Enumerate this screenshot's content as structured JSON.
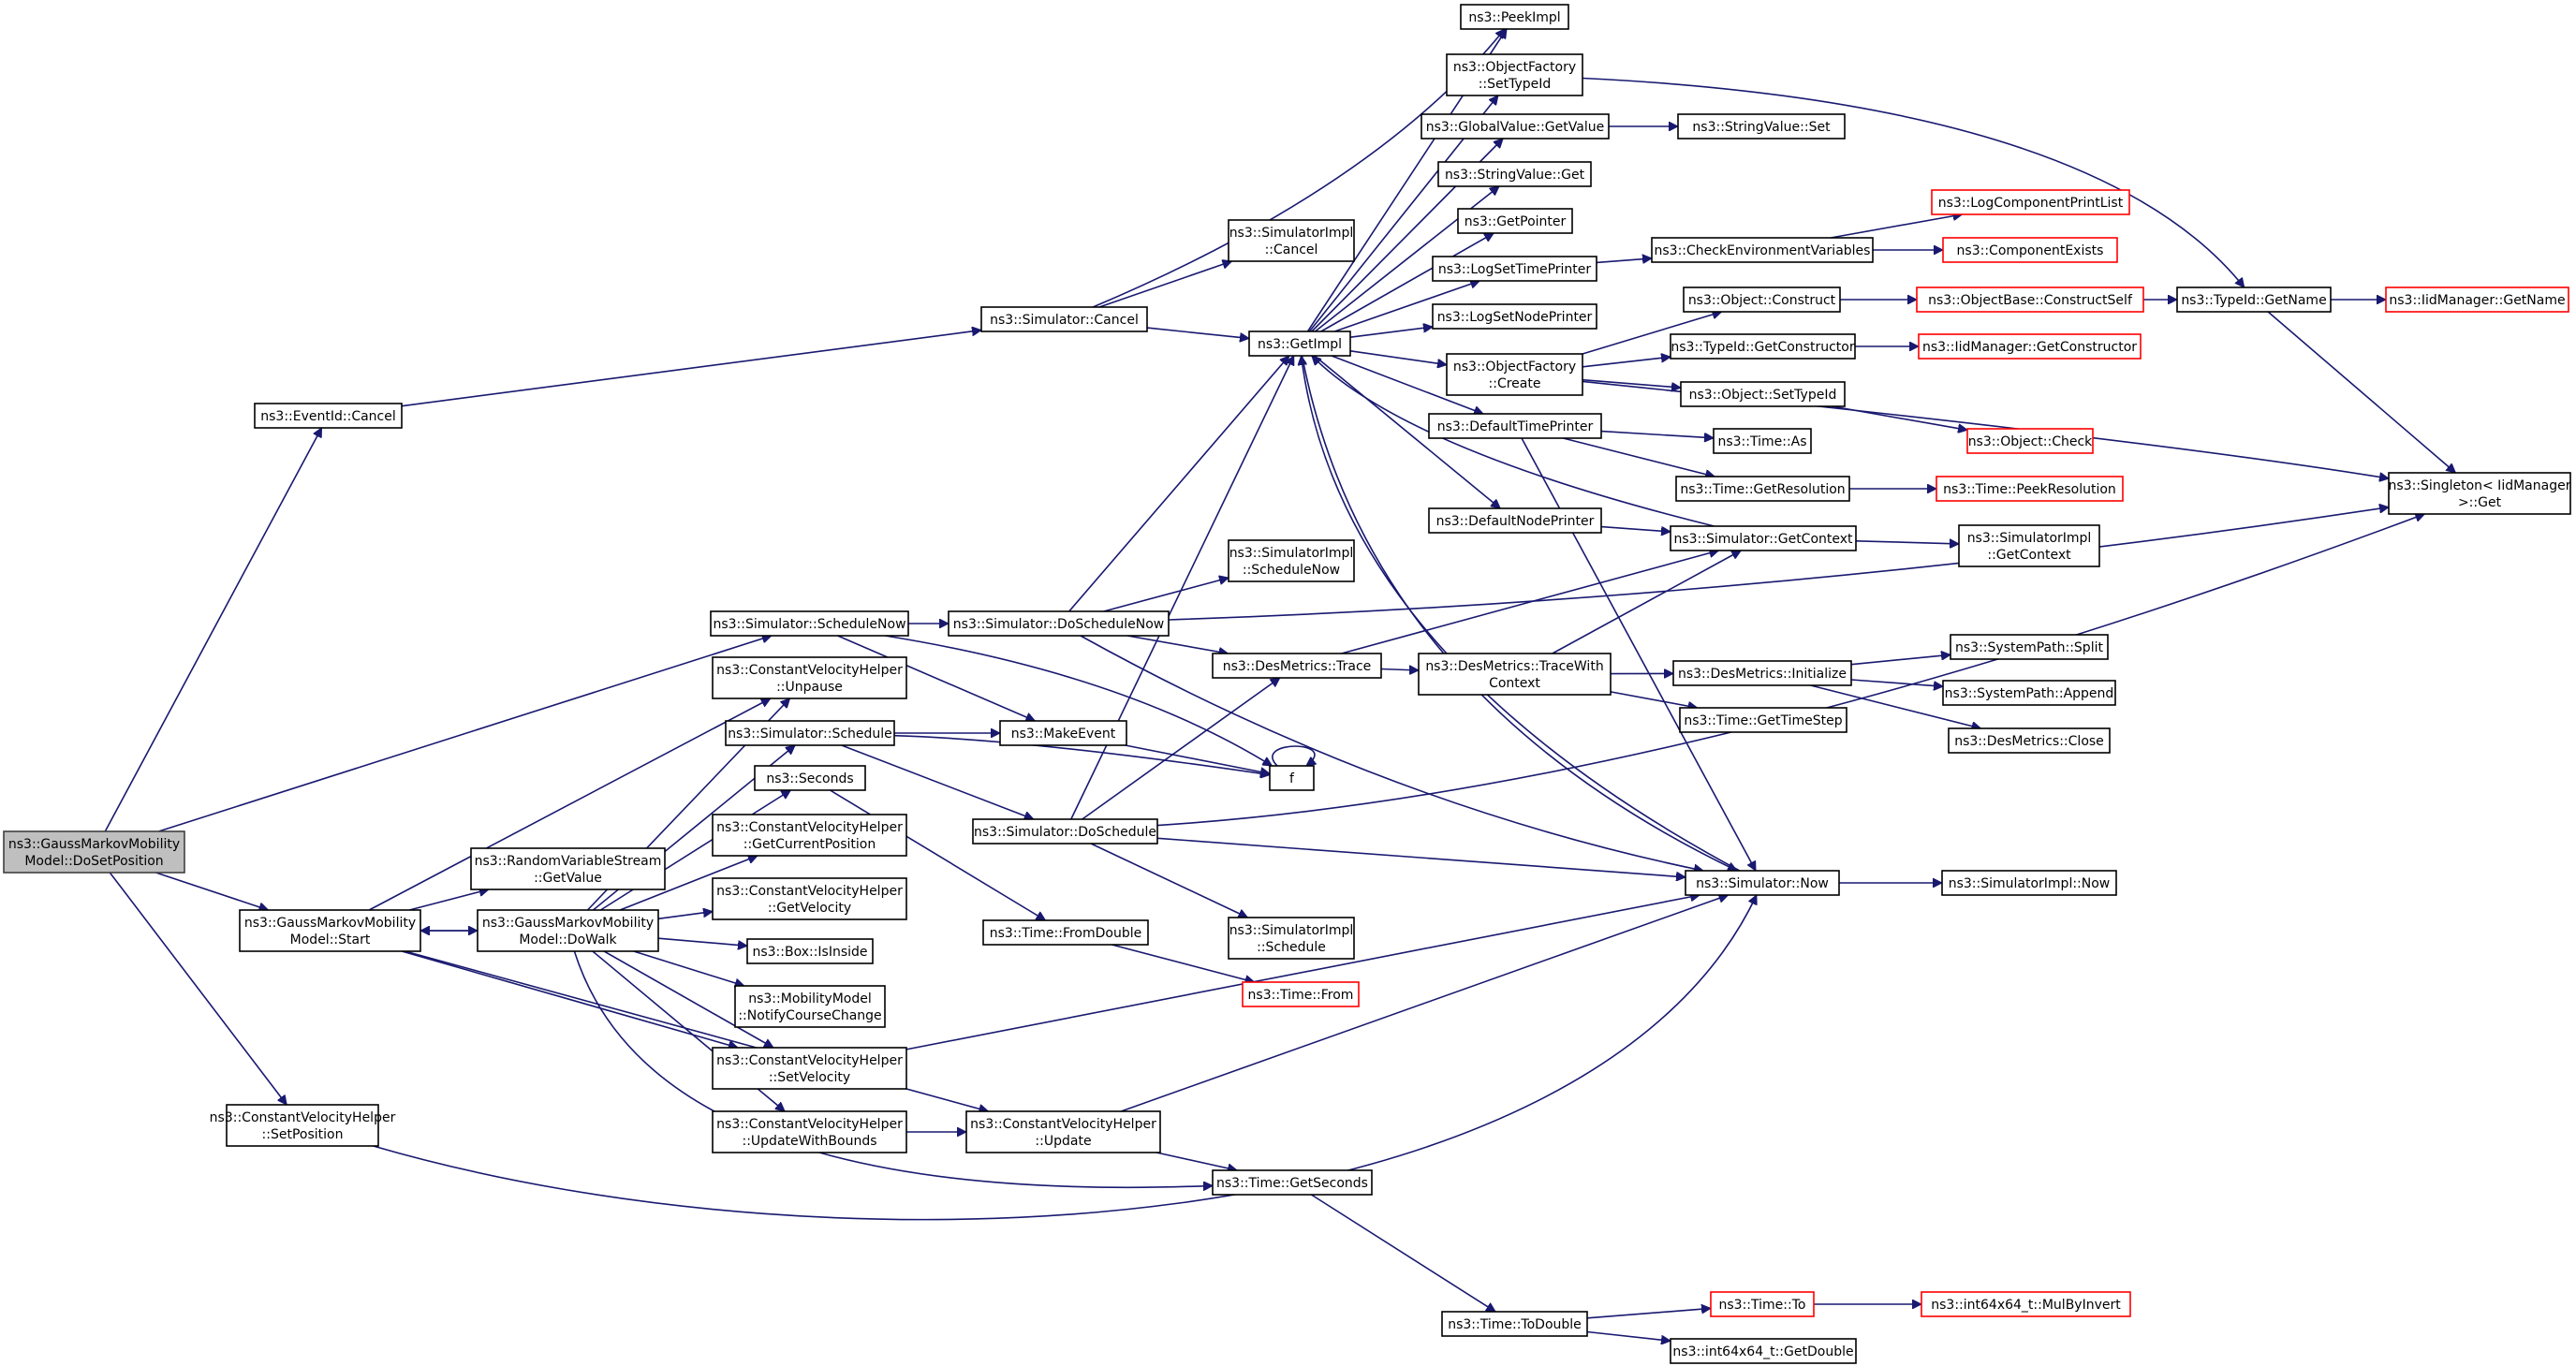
{
  "colors": {
    "edge": "#191970",
    "node_border": "#000000",
    "truncated_border": "#ff0000",
    "root_fill": "#bfbfbf",
    "node_fill": "#ffffff"
  },
  "nodes": {
    "root": [
      "ns3::GaussMarkovMobility",
      "Model::DoSetPosition"
    ],
    "eventid_cancel": [
      "ns3::EventId::Cancel"
    ],
    "gm_start": [
      "ns3::GaussMarkovMobility",
      "Model::Start"
    ],
    "cvh_setposition": [
      "ns3::ConstantVelocityHelper",
      "::SetPosition"
    ],
    "sim_schedulenow": [
      "ns3::Simulator::ScheduleNow"
    ],
    "cvh_unpause": [
      "ns3::ConstantVelocityHelper",
      "::Unpause"
    ],
    "sim_schedule": [
      "ns3::Simulator::Schedule"
    ],
    "seconds": [
      "ns3::Seconds"
    ],
    "cvh_getcurrentposition": [
      "ns3::ConstantVelocityHelper",
      "::GetCurrentPosition"
    ],
    "cvh_getvelocity": [
      "ns3::ConstantVelocityHelper",
      "::GetVelocity"
    ],
    "box_isinside": [
      "ns3::Box::IsInside"
    ],
    "mm_notifycoursechange": [
      "ns3::MobilityModel",
      "::NotifyCourseChange"
    ],
    "cvh_setvelocity": [
      "ns3::ConstantVelocityHelper",
      "::SetVelocity"
    ],
    "cvh_updatewithbounds": [
      "ns3::ConstantVelocityHelper",
      "::UpdateWithBounds"
    ],
    "rvs_getvalue": [
      "ns3::RandomVariableStream",
      "::GetValue"
    ],
    "gm_dowalk": [
      "ns3::GaussMarkovMobility",
      "Model::DoWalk"
    ],
    "sim_cancel": [
      "ns3::Simulator::Cancel"
    ],
    "sim_doschedulenow": [
      "ns3::Simulator::DoScheduleNow"
    ],
    "makeevent": [
      "ns3::MakeEvent"
    ],
    "sim_doschedule": [
      "ns3::Simulator::DoSchedule"
    ],
    "time_fromdouble": [
      "ns3::Time::FromDouble"
    ],
    "cvh_update": [
      "ns3::ConstantVelocityHelper",
      "::Update"
    ],
    "simimpl_cancel": [
      "ns3::SimulatorImpl",
      "::Cancel"
    ],
    "getimpl": [
      "ns3::GetImpl"
    ],
    "simimpl_schedulenow": [
      "ns3::SimulatorImpl",
      "::ScheduleNow"
    ],
    "desmetrics_trace": [
      "ns3::DesMetrics::Trace"
    ],
    "f": [
      "f"
    ],
    "simimpl_schedule": [
      "ns3::SimulatorImpl",
      "::Schedule"
    ],
    "time_from": [
      "ns3::Time::From"
    ],
    "time_getseconds": [
      "ns3::Time::GetSeconds"
    ],
    "time_todouble": [
      "ns3::Time::ToDouble"
    ],
    "peekimpl": [
      "ns3::PeekImpl"
    ],
    "of_settypeid": [
      "ns3::ObjectFactory",
      "::SetTypeId"
    ],
    "gv_getvalue": [
      "ns3::GlobalValue::GetValue"
    ],
    "stringvalue_get": [
      "ns3::StringValue::Get"
    ],
    "getpointer": [
      "ns3::GetPointer"
    ],
    "logsettimeprinter": [
      "ns3::LogSetTimePrinter"
    ],
    "logsetnodeprinter": [
      "ns3::LogSetNodePrinter"
    ],
    "of_create": [
      "ns3::ObjectFactory",
      "::Create"
    ],
    "defaulttimeprinter": [
      "ns3::DefaultTimePrinter"
    ],
    "defaultnodeprinter": [
      "ns3::DefaultNodePrinter"
    ],
    "desmetrics_tracewithcontext": [
      "ns3::DesMetrics::TraceWith",
      "Context"
    ],
    "stringvalue_set": [
      "ns3::StringValue::Set"
    ],
    "checkenvvars": [
      "ns3::CheckEnvironmentVariables"
    ],
    "object_construct": [
      "ns3::Object::Construct"
    ],
    "typeid_getconstructor": [
      "ns3::TypeId::GetConstructor"
    ],
    "object_settypeid": [
      "ns3::Object::SetTypeId"
    ],
    "time_as": [
      "ns3::Time::As"
    ],
    "time_getresolution": [
      "ns3::Time::GetResolution"
    ],
    "sim_getcontext": [
      "ns3::Simulator::GetContext"
    ],
    "desmetrics_initialize": [
      "ns3::DesMetrics::Initialize"
    ],
    "time_gettimestep": [
      "ns3::Time::GetTimeStep"
    ],
    "sim_now": [
      "ns3::Simulator::Now"
    ],
    "time_to": [
      "ns3::Time::To"
    ],
    "int64_getdouble": [
      "ns3::int64x64_t::GetDouble"
    ],
    "logcomponentprintlist": [
      "ns3::LogComponentPrintList"
    ],
    "componentexists": [
      "ns3::ComponentExists"
    ],
    "objectbase_constructself": [
      "ns3::ObjectBase::ConstructSelf"
    ],
    "iidmanager_getconstructor": [
      "ns3::IidManager::GetConstructor"
    ],
    "object_check": [
      "ns3::Object::Check"
    ],
    "time_peekresolution": [
      "ns3::Time::PeekResolution"
    ],
    "simimpl_getcontext": [
      "ns3::SimulatorImpl",
      "::GetContext"
    ],
    "systempath_split": [
      "ns3::SystemPath::Split"
    ],
    "systempath_append": [
      "ns3::SystemPath::Append"
    ],
    "desmetrics_close": [
      "ns3::DesMetrics::Close"
    ],
    "simimpl_now": [
      "ns3::SimulatorImpl::Now"
    ],
    "int64_mulbyinvert": [
      "ns3::int64x64_t::MulByInvert"
    ],
    "typeid_getname": [
      "ns3::TypeId::GetName"
    ],
    "iidmanager_getname": [
      "ns3::IidManager::GetName"
    ],
    "singleton_get": [
      "ns3::Singleton< IidManager",
      ">::Get"
    ]
  }
}
